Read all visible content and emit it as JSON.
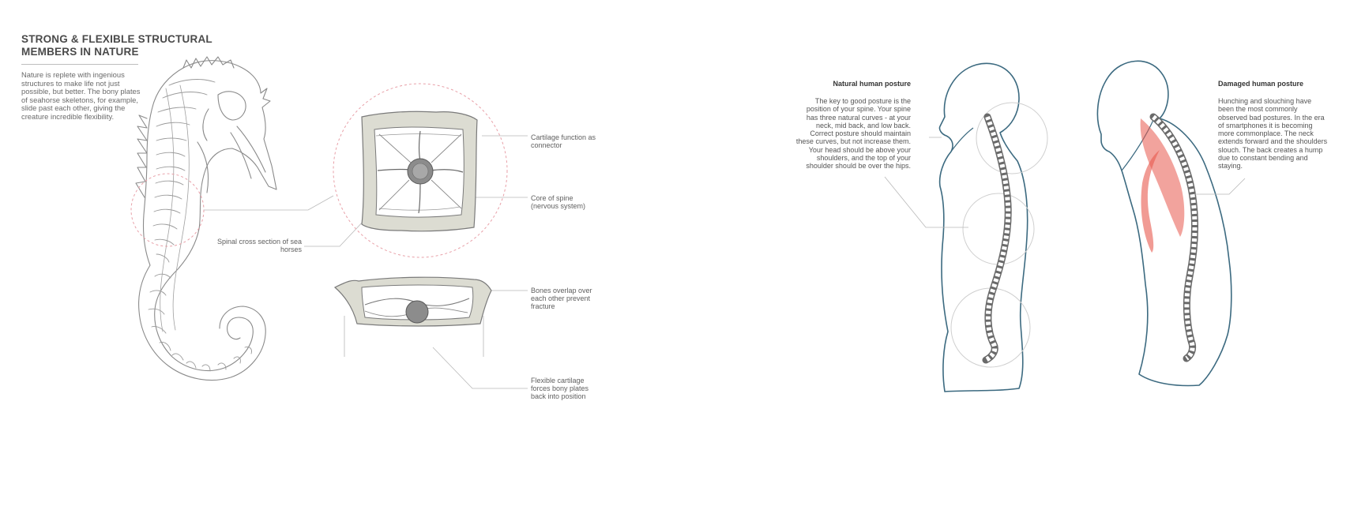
{
  "left_panel": {
    "heading": "STRONG & FLEXIBLE STRUCTURAL MEMBERS IN NATURE",
    "intro": "Nature is replete with ingenious structures to make life not just possible, but better. The bony plates of seahorse skeletons, for example, slide past each other, giving the creature incredible flexibility.",
    "labels": {
      "cross_section": "Spinal cross section of sea horses",
      "cartilage_connector": "Cartilage function as connector",
      "core_of_spine": "Core of spine (nervous system)",
      "bones_overlap": "Bones overlap over each other prevent fracture",
      "flexible_cartilage": "Flexible cartilage forces bony plates back into position"
    },
    "colors": {
      "highlight_circle": "#e8a0a8",
      "plate_fill": "#dcdcd2",
      "core_fill": "#8c8c8c"
    }
  },
  "right_panel": {
    "natural": {
      "title": "Natural human posture",
      "text": "The key to good posture is the position of your spine. Your spine has three natural curves - at your neck, mid back, and low back. Correct posture should maintain these curves, but not increase them. Your head should be above your shoulders, and the top of your shoulder should be over the hips."
    },
    "damaged": {
      "title": "Damaged human posture",
      "text": "Hunching and slouching have been the most commonly observed bad postures. In the era of smartphones it is becoming more commonplace. The neck extends forward and the shoulders slouch. The back creates a hump due to constant bending and staying."
    },
    "colors": {
      "body_outline": "#3c6a80",
      "spine": "#6a6a6a",
      "strain": "#e8584c"
    }
  }
}
